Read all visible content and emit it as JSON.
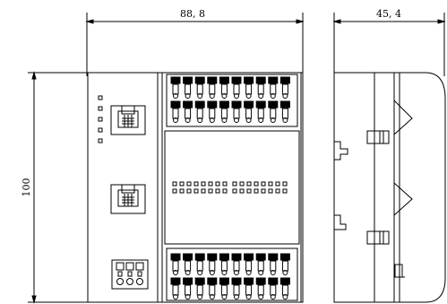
{
  "dimensions": {
    "front_width": "88, 8",
    "side_depth": "45, 4",
    "height": "100"
  },
  "front_view": {
    "status_led_count": 5,
    "rj45_port_count": 2,
    "top_terminal_columns": 10,
    "top_terminal_rows": 2,
    "bottom_terminal_columns": 10,
    "bottom_terminal_rows": 2,
    "small_connector_positions": 3,
    "indicator_groups": 2,
    "indicator_columns_per_group": 8,
    "indicator_rows": 2
  },
  "colors": {
    "line": "#000000",
    "background": "#ffffff"
  }
}
